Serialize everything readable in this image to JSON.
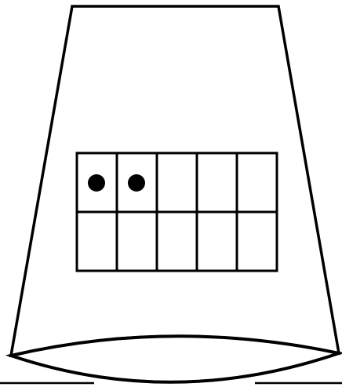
{
  "figure": {
    "kind": "ten-frame on lampshade",
    "frame": {
      "rows": 2,
      "columns": 5,
      "filled_count": 2,
      "cells": [
        [
          true,
          true,
          false,
          false,
          false
        ],
        [
          false,
          false,
          false,
          false,
          false
        ]
      ]
    },
    "colors": {
      "line": "#000000",
      "background": "#ffffff",
      "dot": "#000000"
    }
  }
}
